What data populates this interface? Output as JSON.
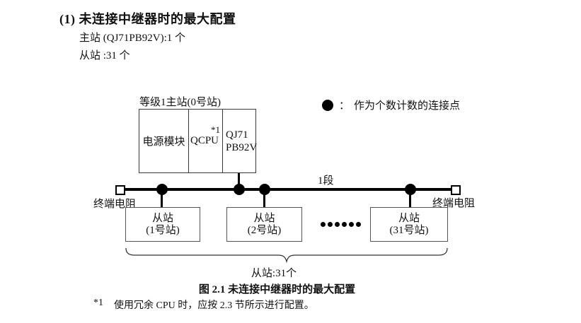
{
  "header": {
    "section_title": "(1) 未连接中继器时的最大配置",
    "master_spec": "主站 (QJ71PB92V):1 个",
    "slave_spec": "从站 :31 个"
  },
  "diagram": {
    "master": {
      "label": "等级1主站(0号站)",
      "power_module": "电源模块",
      "cpu": "QCPU",
      "cpu_footnote_marker": "*1",
      "module_line1": "QJ71",
      "module_line2": "PB92V"
    },
    "legend": {
      "icon": "connection-point-dot",
      "colon": "：",
      "text": "作为个数计数的连接点"
    },
    "segment_label": "1段",
    "terminator_left": "终端电阻",
    "terminator_right": "终端电阻",
    "slaves": [
      {
        "line1": "从站",
        "line2": "(1号站)"
      },
      {
        "line1": "从站",
        "line2": "(2号站)"
      },
      {
        "line1": "从站",
        "line2": "(31号站)"
      }
    ],
    "ellipsis_icon": "six-dots",
    "brace_label": "从站:31个"
  },
  "caption": "图 2.1 未连接中继器时的最大配置",
  "footnote": {
    "marker": "*1",
    "text": "使用冗余 CPU 时，应按 2.3 节所示进行配置。"
  },
  "colors": {
    "text": "#111111",
    "line": "#000000",
    "background": "#ffffff"
  }
}
